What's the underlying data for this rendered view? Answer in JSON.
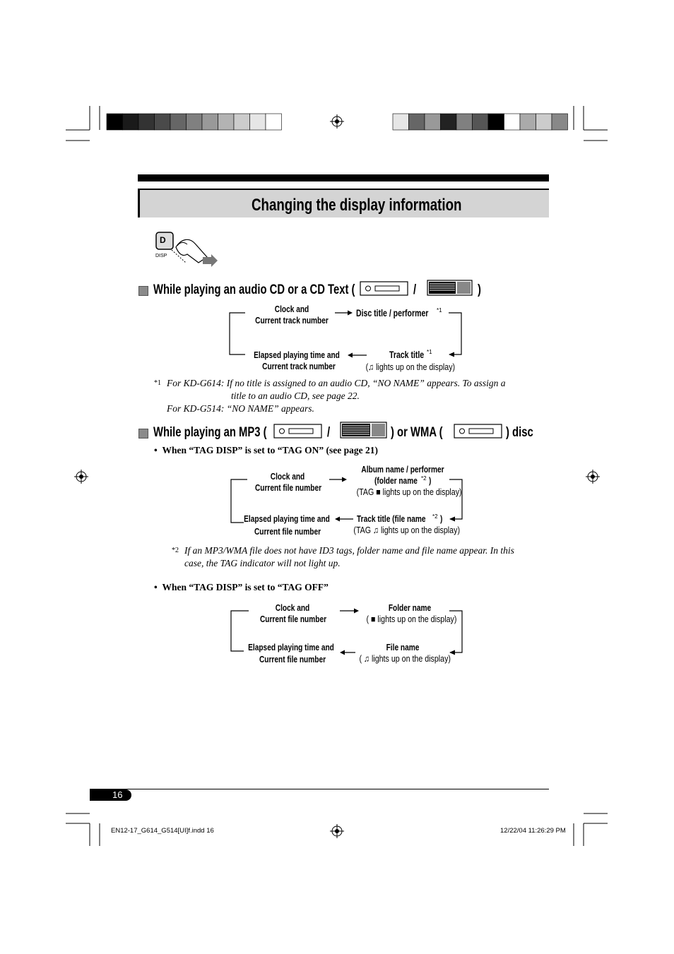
{
  "title": "Changing the display information",
  "button": {
    "top_label": "D",
    "bottom_label": "DISP"
  },
  "section1": {
    "heading_prefix": "While playing an audio CD or a CD Text (",
    "heading_sep": "/",
    "heading_suffix": ")",
    "flow": {
      "top_left": [
        "Clock and",
        "Current track number"
      ],
      "top_right": "Disc title / performer",
      "top_right_mark": "*1",
      "bottom_right": "Track title",
      "bottom_right_mark": "*1",
      "bottom_right_note": "(♫ lights up on the display)",
      "bottom_left": [
        "Elapsed playing time and",
        "Current track number"
      ]
    },
    "footnote_mark": "*1",
    "footnote_lines": [
      "For KD-G614: If no title is assigned to an audio CD, “NO NAME” appears. To assign a",
      "title to an audio CD, see page 22.",
      "For KD-G514: “NO NAME” appears."
    ]
  },
  "section2": {
    "heading_prefix": "While playing an MP3 (",
    "heading_sep": "/",
    "heading_mid": ") or WMA (",
    "heading_suffix": ") disc",
    "bullet_on": "When “TAG DISP” is set to “TAG ON” (see page 21)",
    "flow_on": {
      "top_left": [
        "Clock and",
        "Current file number"
      ],
      "top_right": [
        "Album name / performer",
        "(folder name"
      ],
      "top_right_mark": "*2",
      "top_right_close": ")",
      "top_right_note": "(TAG ■ lights up on the display)",
      "bottom_right": "Track title (file name",
      "bottom_right_mark": "*2",
      "bottom_right_close": ")",
      "bottom_right_note": "(TAG ♫ lights up on the display)",
      "bottom_left": [
        "Elapsed playing time and",
        "Current file number"
      ]
    },
    "footnote_mark": "*2",
    "footnote_lines": [
      "If an MP3/WMA file does not have ID3 tags, folder name and file name appear. In this",
      "case, the TAG indicator will not light up."
    ],
    "bullet_off": "When “TAG DISP” is set to “TAG OFF”",
    "flow_off": {
      "top_left": [
        "Clock and",
        "Current file number"
      ],
      "top_right": "Folder name",
      "top_right_note": "( ■ lights up on the display)",
      "bottom_right": "File name",
      "bottom_right_note": "( ♫ lights up on the display)",
      "bottom_left": [
        "Elapsed playing time and",
        "Current file number"
      ]
    }
  },
  "page_number": "16",
  "footer": {
    "file": "EN12-17_G614_G514[UI]f.indd   16",
    "timestamp": "12/22/04   11:26:29 PM"
  },
  "colors": {
    "title_bar_bg": "#d4d4d4",
    "swatches_left": [
      "#000000",
      "#1a1a1a",
      "#333333",
      "#4a4a4a",
      "#666666",
      "#808080",
      "#999999",
      "#b3b3b3",
      "#cccccc",
      "#e6e6e6",
      "#ffffff"
    ],
    "swatches_right": [
      "#e6e6e6",
      "#666666",
      "#999999",
      "#222222",
      "#808080",
      "#555555",
      "#000000",
      "#ffffff",
      "#aaaaaa",
      "#cccccc",
      "#888888"
    ]
  }
}
